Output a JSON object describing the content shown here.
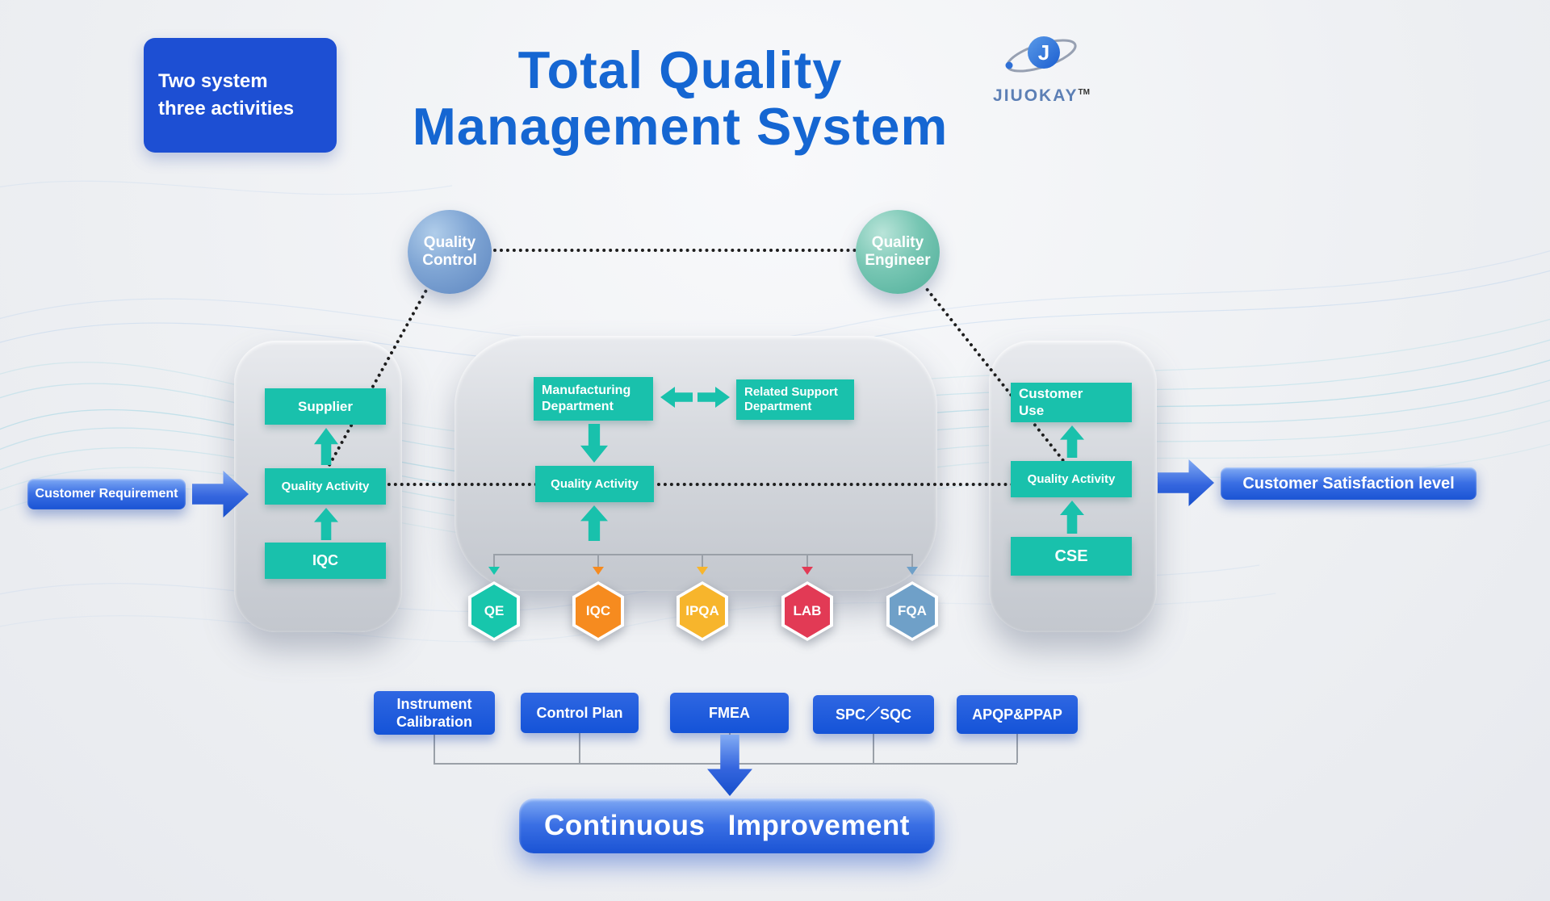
{
  "badge": {
    "lines": [
      "Two system",
      "three activities"
    ]
  },
  "title": {
    "lines": [
      "Total Quality",
      "Management System"
    ]
  },
  "logo": {
    "name": "JIUOKAY",
    "tm": "TM",
    "mark_letter": "J"
  },
  "nodes": {
    "quality_control": {
      "lines": [
        "Quality",
        "Control"
      ]
    },
    "quality_engineer": {
      "lines": [
        "Quality",
        "Engineer"
      ]
    }
  },
  "left_panel": {
    "supplier": "Supplier",
    "quality_activity": "Quality Activity",
    "iqc": "IQC"
  },
  "center_panel": {
    "manufacturing": {
      "lines": [
        "Manufacturing",
        "Department"
      ]
    },
    "related_support": {
      "lines": [
        "Related Support",
        "Department"
      ]
    },
    "quality_activity": "Quality Activity"
  },
  "right_panel": {
    "customer_use": {
      "lines": [
        "Customer",
        "Use"
      ]
    },
    "quality_activity": "Quality Activity",
    "cse": "CSE"
  },
  "flow": {
    "input_label": "Customer Requirement",
    "output_label": "Customer Satisfaction level"
  },
  "hexagons": [
    {
      "label": "QE",
      "color": "#17c6ac"
    },
    {
      "label": "IQC",
      "color": "#f68b1f"
    },
    {
      "label": "IPQA",
      "color": "#f7b52c"
    },
    {
      "label": "LAB",
      "color": "#e23a55"
    },
    {
      "label": "FQA",
      "color": "#6fa0c8"
    }
  ],
  "tools": [
    {
      "lines": [
        "Instrument",
        "Calibration"
      ]
    },
    {
      "lines": [
        "Control Plan"
      ]
    },
    {
      "lines": [
        "FMEA"
      ]
    },
    {
      "lines": [
        "SPC／SQC"
      ]
    },
    {
      "lines": [
        "APQP&PPAP"
      ]
    }
  ],
  "footer": {
    "continuous_improvement": "Continuous  Improvement"
  },
  "colors": {
    "title_blue": "#1566d2",
    "badge_blue": "#1d4fd3",
    "teal": "#19c1ac",
    "button_blue": "#1453d8",
    "panel_gray": "#d3d6db",
    "dotted_line": "#1d1d1d",
    "quality_control_circle": "#7fa5d4",
    "quality_engineer_circle": "#77c6b3"
  }
}
